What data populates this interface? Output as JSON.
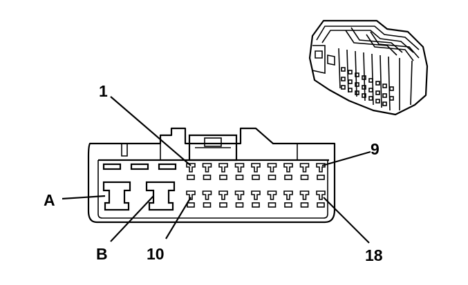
{
  "labels": {
    "pin_1": "1",
    "pin_9": "9",
    "pin_10": "10",
    "pin_18": "18",
    "pin_A": "A",
    "pin_B": "B"
  },
  "rows": {
    "top_pin_count": 9,
    "bottom_pin_count": 9,
    "large_terminals": 2
  }
}
